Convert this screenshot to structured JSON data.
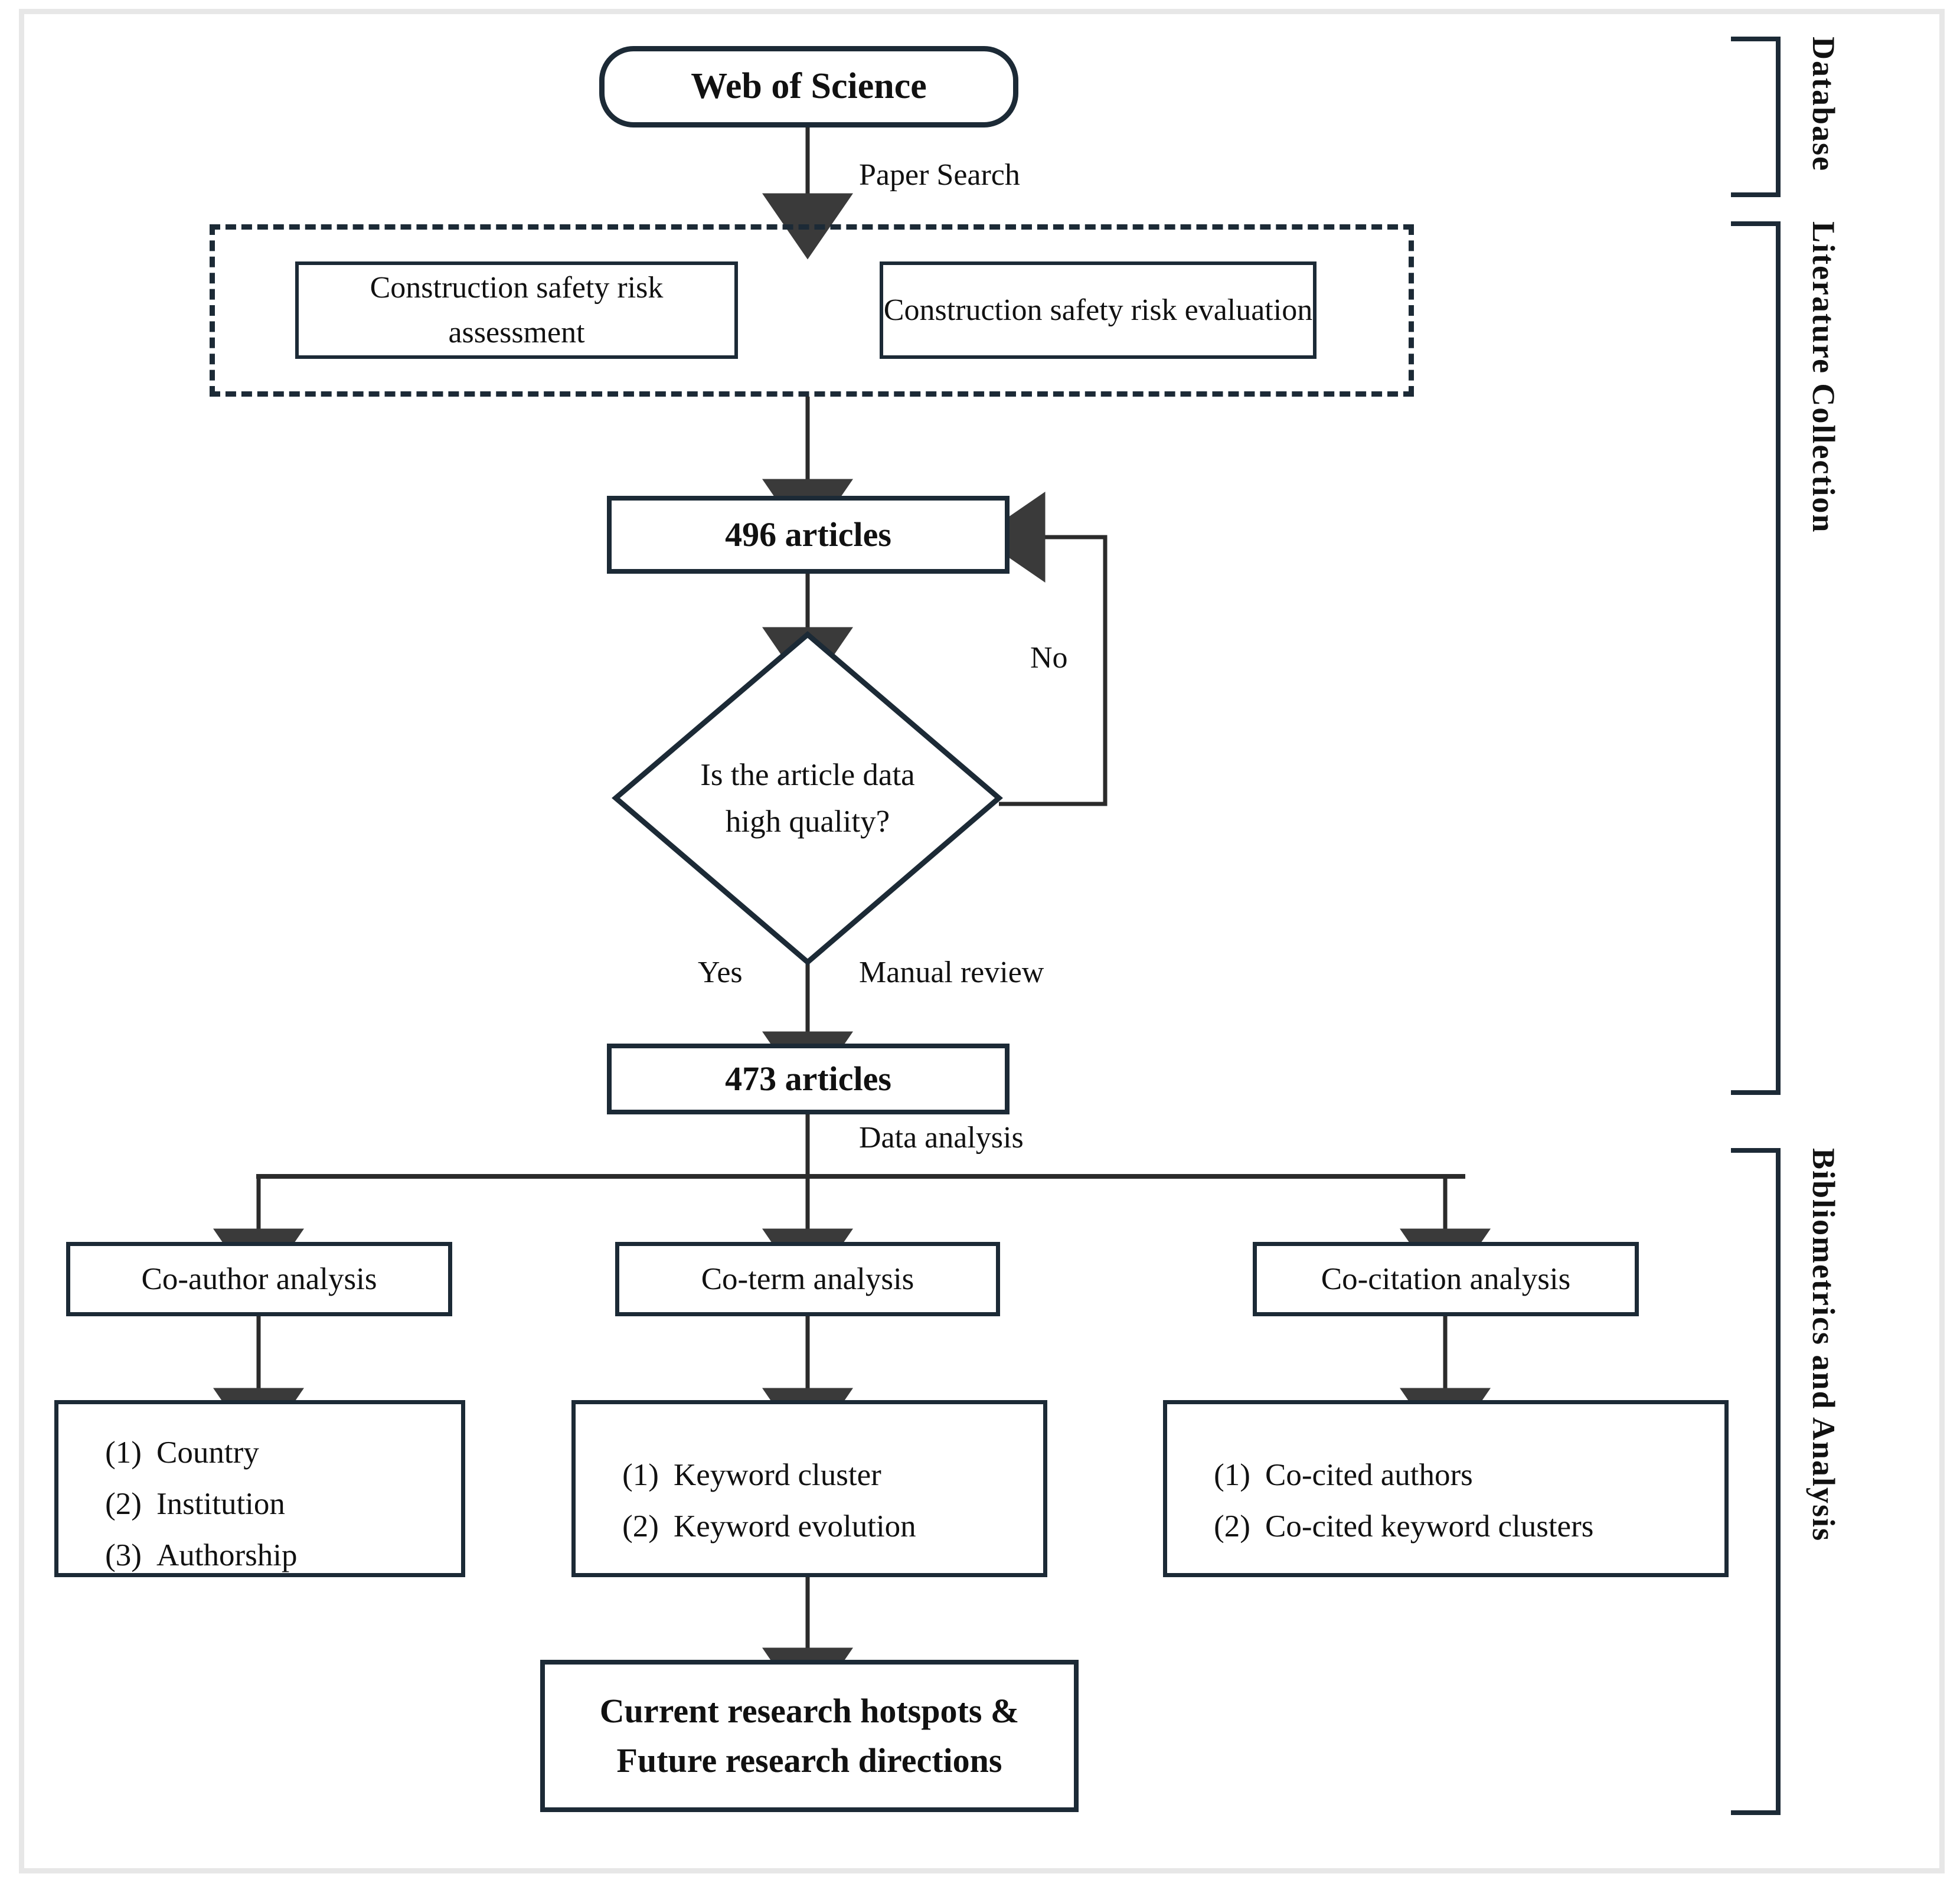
{
  "diagram": {
    "title": "Research methodology flowchart",
    "source": {
      "label": "Web of Science"
    },
    "edges": {
      "paper_search": "Paper Search",
      "no": "No",
      "yes": "Yes",
      "manual_review": "Manual review",
      "data_analysis": "Data analysis"
    },
    "search_group": {
      "terms": [
        "Construction safety risk assessment",
        "Construction safety risk evaluation"
      ]
    },
    "initial_count": {
      "label": "496 articles"
    },
    "decision": {
      "line1": "Is the article data",
      "line2": "high quality?"
    },
    "filtered_count": {
      "label": "473 articles"
    },
    "analyses": [
      {
        "name": "Co-author analysis",
        "items": [
          {
            "num": "(1)",
            "text": "Country"
          },
          {
            "num": "(2)",
            "text": "Institution"
          },
          {
            "num": "(3)",
            "text": "Authorship"
          }
        ]
      },
      {
        "name": "Co-term analysis",
        "items": [
          {
            "num": "(1)",
            "text": "Keyword cluster"
          },
          {
            "num": "(2)",
            "text": "Keyword evolution"
          }
        ]
      },
      {
        "name": "Co-citation analysis",
        "items": [
          {
            "num": "(1)",
            "text": "Co-cited authors"
          },
          {
            "num": "(2)",
            "text": "Co-cited keyword clusters"
          }
        ]
      }
    ],
    "result": {
      "line1": "Current research hotspots &",
      "line2": "Future research directions"
    },
    "stages": [
      {
        "label": "Database"
      },
      {
        "label": "Literature Collection"
      },
      {
        "label": "Bibliometrics and Analysis"
      }
    ],
    "colors": {
      "stroke": "#1c2a36",
      "text": "#111111",
      "frame": "#e7e7e7",
      "background": "#ffffff"
    }
  }
}
